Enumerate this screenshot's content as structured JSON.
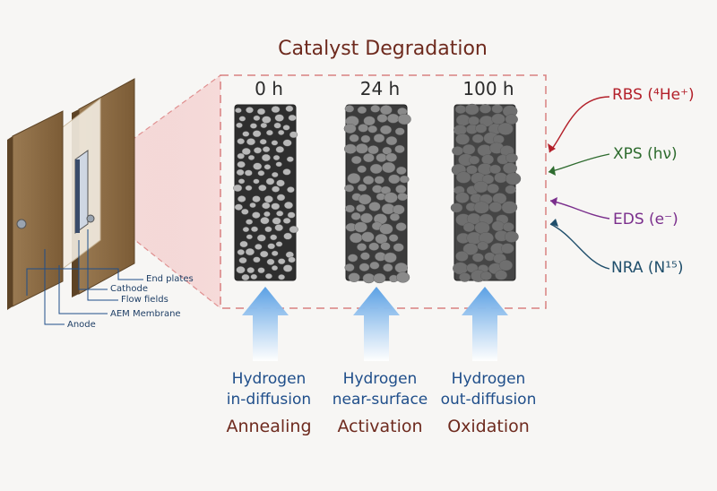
{
  "title": "Catalyst Degradation",
  "stages": [
    {
      "time": "0 h",
      "hydrogen_line1": "Hydrogen",
      "hydrogen_line2": "in-diffusion",
      "process": "Annealing"
    },
    {
      "time": "24 h",
      "hydrogen_line1": "Hydrogen",
      "hydrogen_line2": "near-surface",
      "process": "Activation"
    },
    {
      "time": "100 h",
      "hydrogen_line1": "Hydrogen",
      "hydrogen_line2": "out-diffusion",
      "process": "Oxidation"
    }
  ],
  "techniques": [
    {
      "name": "RBS",
      "probe": "(⁴He⁺)",
      "color": "#b3202a"
    },
    {
      "name": "XPS",
      "probe": "(hν)",
      "color": "#2e6b2e"
    },
    {
      "name": "EDS",
      "probe": "(e⁻)",
      "color": "#7a2e8c"
    },
    {
      "name": "NRA",
      "probe": "(N¹⁵)",
      "color": "#1f4e6b"
    }
  ],
  "cell_labels": [
    "End plates",
    "Cathode",
    "Flow fields",
    "AEM Membrane",
    "Anode"
  ],
  "colors": {
    "title": "#6e2a1e",
    "hydrogen_text": "#1f4e8a",
    "arrow": "#6aaae6",
    "dashed_box": "#d98080",
    "end_plate": "#8b6a45",
    "catalyst": "#3a3a3a"
  }
}
